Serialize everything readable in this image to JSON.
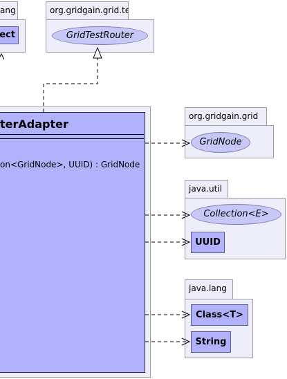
{
  "packages": {
    "lang_partial": {
      "label": "ang",
      "class_label": "ect"
    },
    "grid_test": {
      "label": "org.gridgain.grid.test",
      "interface": "GridTestRouter"
    },
    "grid": {
      "label": "org.gridgain.grid",
      "interface": "GridNode"
    },
    "java_util": {
      "label": "java.util",
      "interface": "Collection<E>",
      "class": "UUID"
    },
    "java_lang": {
      "label": "java.lang",
      "classes": [
        "Class<T>",
        "String"
      ]
    }
  },
  "main_class": {
    "title": "terAdapter",
    "operation": "on<GridNode>, UUID) : GridNode"
  },
  "colors": {
    "package_fill": "#eeeefa",
    "interface_fill": "#c8c8f8",
    "class_fill": "#b2b2fc",
    "border": "#9a9aa8"
  }
}
